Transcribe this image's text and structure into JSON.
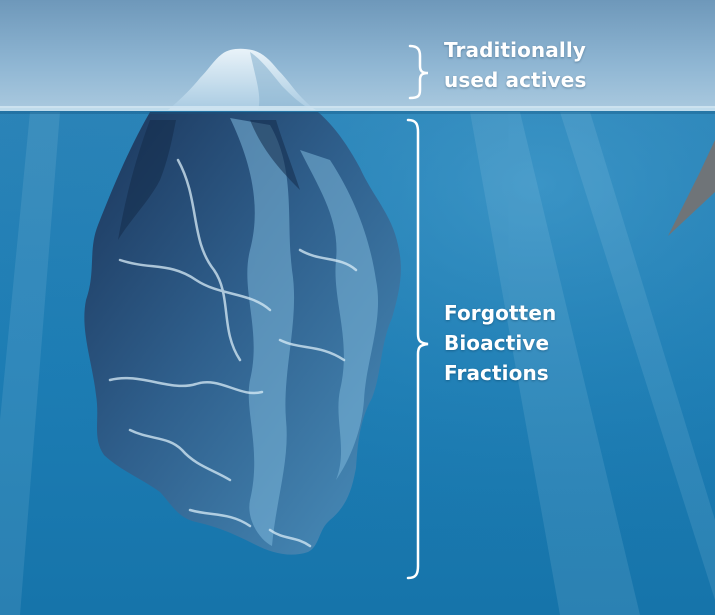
{
  "labels": {
    "above_water": [
      "Traditionally",
      "used actives"
    ],
    "below_water": [
      "Forgotten",
      "Bioactive",
      "Fractions"
    ]
  },
  "colors": {
    "sky_top": "#6d97b9",
    "sky_bottom": "#9fc2dc",
    "waterline": "#cfe4f1",
    "water_top": "#2a7fb3",
    "water_bottom": "#1677ad",
    "ice_light": "#dfeef7",
    "ice_dark": "#1d3f66",
    "bracket": "#ffffff",
    "label_text": "#ffffff",
    "pointer": "#6f7478"
  },
  "icons": {
    "above_water_bracket": "curly-brace-small",
    "below_water_bracket": "curly-brace-tall",
    "pointer": "gray-triangle-pointer"
  }
}
